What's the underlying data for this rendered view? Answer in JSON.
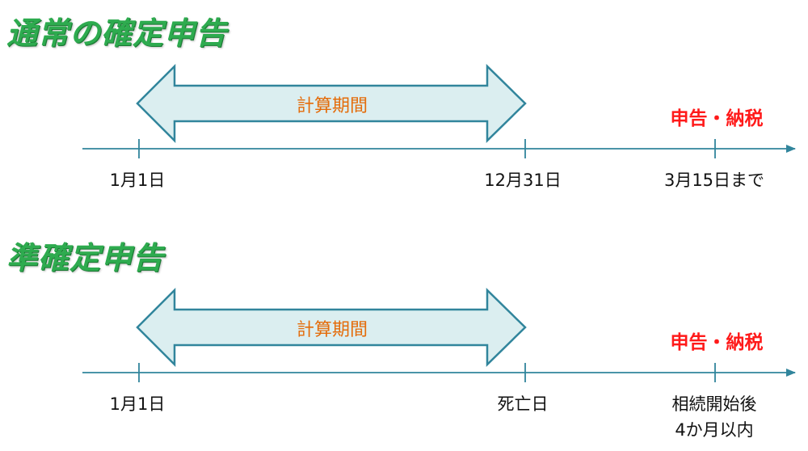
{
  "section1": {
    "title": "通常の確定申告",
    "arrow_label": "計算期間",
    "deadline_label": "申告・納税",
    "start_label": "1月1日",
    "end_label": "12月31日",
    "deadline_date": "3月15日まで"
  },
  "section2": {
    "title": "準確定申告",
    "arrow_label": "計算期間",
    "deadline_label": "申告・納税",
    "start_label": "1月1日",
    "end_label": "死亡日",
    "deadline_date_line1": "相続開始後",
    "deadline_date_line2": "4か月以内"
  },
  "colors": {
    "title": "#2eab4f",
    "arrow_fill": "#dbeef0",
    "arrow_stroke": "#31859c",
    "timeline": "#31859c",
    "period_text": "#e46c0a",
    "deadline_text": "#ff1a1a"
  }
}
